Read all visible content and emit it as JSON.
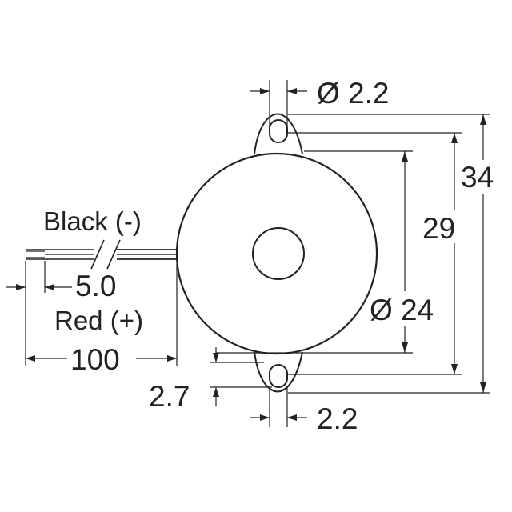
{
  "colors": {
    "line": "#222222",
    "background": "#ffffff"
  },
  "labels": {
    "hole_top_dim": "Ø 2.2",
    "overall_height": "34",
    "hole_spacing": "29",
    "body_diameter": "Ø 24",
    "black_wire": "Black (-)",
    "strip_length": "5.0",
    "red_wire": "Red (+)",
    "lead_length": "100",
    "tab_offset": "2.7",
    "hole_bottom_dim": "2.2"
  }
}
